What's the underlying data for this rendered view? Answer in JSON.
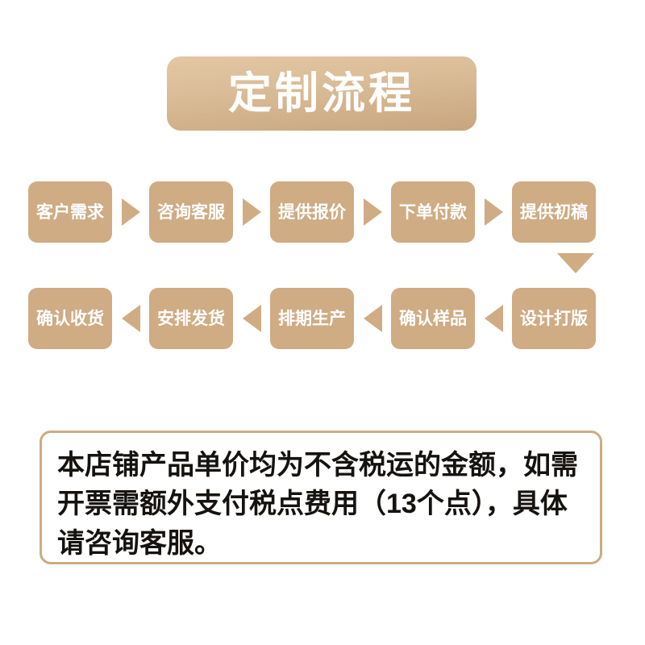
{
  "title": {
    "text": "定制流程"
  },
  "theme": {
    "box_color": "#cfac84",
    "arrow_color": "#cfac84",
    "banner_gradient_top": "#e3c7a4",
    "banner_gradient_bottom": "#c8a57e",
    "note_border_color": "#ceab84",
    "box_label_color": "#ffffff",
    "note_text_color": "#15120f",
    "background_color": "#ffffff"
  },
  "flow": {
    "row1": {
      "direction": "left-to-right",
      "steps": [
        {
          "label": "客户需求"
        },
        {
          "label": "咨询客服"
        },
        {
          "label": "提供报价"
        },
        {
          "label": "下单付款"
        },
        {
          "label": "提供初稿"
        }
      ]
    },
    "connector": {
      "icon": "arrow-down-icon"
    },
    "row2": {
      "direction": "right-to-left",
      "steps": [
        {
          "label": "确认收货"
        },
        {
          "label": "安排发货"
        },
        {
          "label": "排期生产"
        },
        {
          "label": "确认样品"
        },
        {
          "label": "设计打版"
        }
      ]
    }
  },
  "note": {
    "text": "本店铺产品单价均为不含税运的金额，如需开票需额外支付税点费用（13个点），具体请咨询客服。"
  }
}
